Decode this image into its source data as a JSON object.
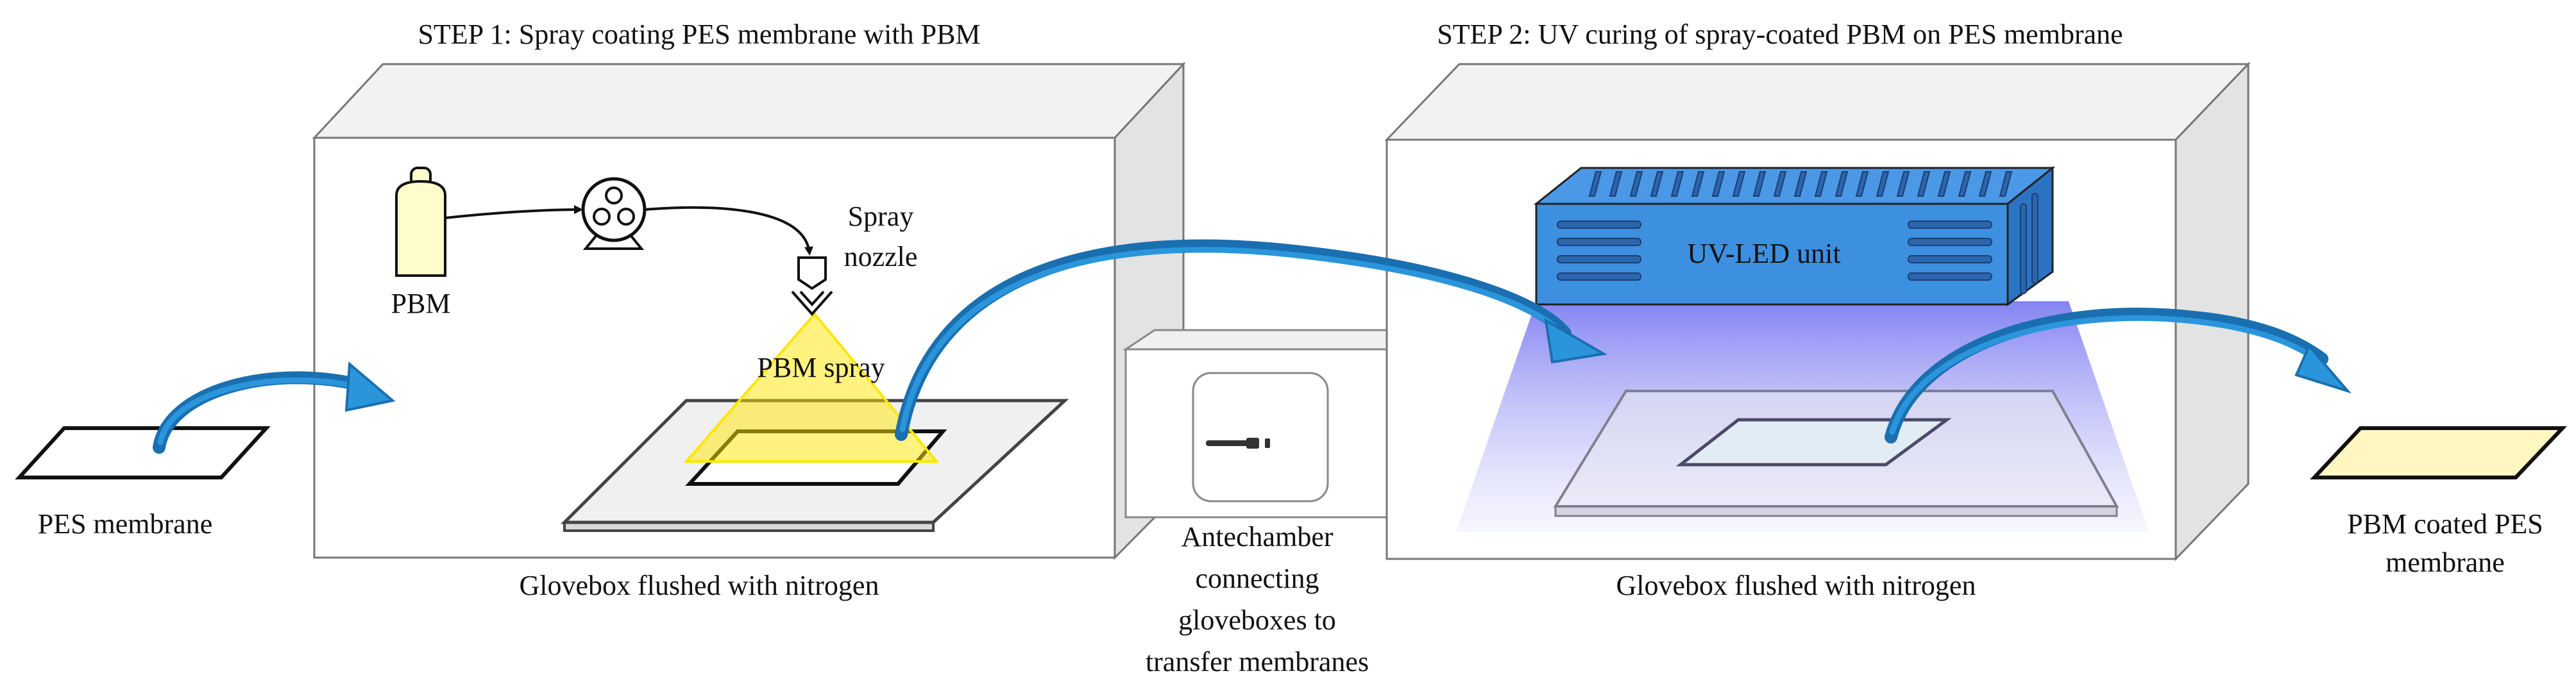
{
  "step1": {
    "title": "STEP 1: Spray coating PES membrane with PBM",
    "glovebox_label": "Glovebox flushed with nitrogen",
    "pbm_label": "PBM",
    "nozzle_label_line1": "Spray",
    "nozzle_label_line2": "nozzle",
    "spray_label": "PBM spray"
  },
  "step2": {
    "title": "STEP 2: UV curing of spray-coated PBM on PES membrane",
    "glovebox_label": "Glovebox flushed with nitrogen",
    "uv_unit_label": "UV-LED unit"
  },
  "antechamber": {
    "lines": [
      "Antechamber",
      "connecting",
      "gloveboxes to",
      "transfer membranes"
    ]
  },
  "pes_membrane_label": "PES membrane",
  "coated_membrane": {
    "lines": [
      "PBM coated PES",
      "membrane"
    ]
  },
  "colors": {
    "arrow": "#1f7fc4",
    "uv_unit": "#3d8fe0",
    "uv_light": "#7f7ff0",
    "spray": "#ffe600",
    "pbm_bottle": "#fffccc",
    "coated_membrane": "#fff6c2"
  },
  "icons": [
    "gas-cylinder-icon",
    "peristaltic-pump-icon",
    "spray-nozzle-icon",
    "curved-arrow-icon"
  ]
}
